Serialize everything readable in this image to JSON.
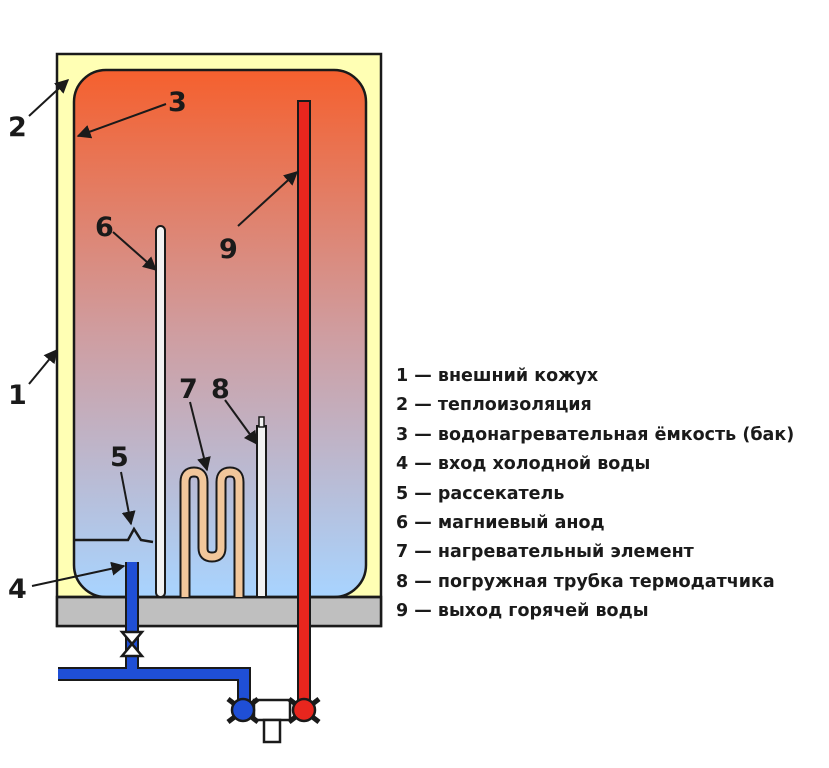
{
  "colors": {
    "casing": "#5a5a5a",
    "insulation": "#ffffb4",
    "tank_top": "#f5602e",
    "tank_mid": "#cf9da0",
    "tank_bottom": "#a8d4ff",
    "base": "#bfbfbf",
    "cold_pipe": "#1f4fd6",
    "hot_pipe": "#e8261e",
    "heater": "#f2c79b",
    "anode": "#f2f2f2",
    "outline": "#1a1a1a"
  },
  "callouts": [
    "1",
    "2",
    "3",
    "4",
    "5",
    "6",
    "7",
    "8",
    "9"
  ],
  "legend": [
    {
      "num": "1",
      "dash": "—",
      "text": "внешний кожух"
    },
    {
      "num": "2",
      "dash": "—",
      "text": "теплоизоляция"
    },
    {
      "num": "3",
      "dash": "—",
      "text": "водонагревательная ёмкость (бак)"
    },
    {
      "num": "4",
      "dash": "—",
      "text": "вход холодной воды"
    },
    {
      "num": "5",
      "dash": "—",
      "text": "рассекатель"
    },
    {
      "num": "6",
      "dash": "—",
      "text": "магниевый анод"
    },
    {
      "num": "7",
      "dash": "—",
      "text": "нагревательный элемент"
    },
    {
      "num": "8",
      "dash": "—",
      "text": "погружная трубка термодатчика"
    },
    {
      "num": "9",
      "dash": "—",
      "text": "выход горячей воды"
    }
  ]
}
